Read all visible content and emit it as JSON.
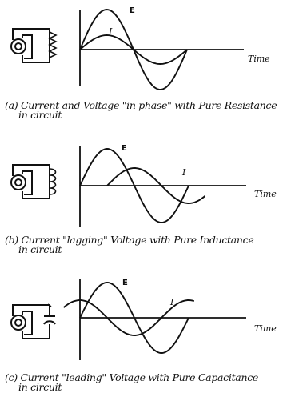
{
  "panels": [
    {
      "id": "a",
      "element": "resistance",
      "voltage_label": "E",
      "current_label": "I",
      "time_label": "Time",
      "caption_line1": "(a) Current and Voltage \"in phase\" with Pure Resistance",
      "caption_line2": "in circuit",
      "phase_shift_deg": 0
    },
    {
      "id": "b",
      "element": "inductance",
      "voltage_label": "E",
      "current_label": "I",
      "time_label": "Time",
      "caption_line1": "(b) Current \"lagging\" Voltage with Pure Inductance",
      "caption_line2": "in circuit",
      "phase_shift_deg": -90
    },
    {
      "id": "c",
      "element": "capacitance",
      "voltage_label": "E",
      "current_label": "I",
      "time_label": "Time",
      "caption_line1": "(c) Current \"leading\" Voltage with Pure Capacitance",
      "caption_line2": "in circuit",
      "phase_shift_deg": 90
    }
  ]
}
